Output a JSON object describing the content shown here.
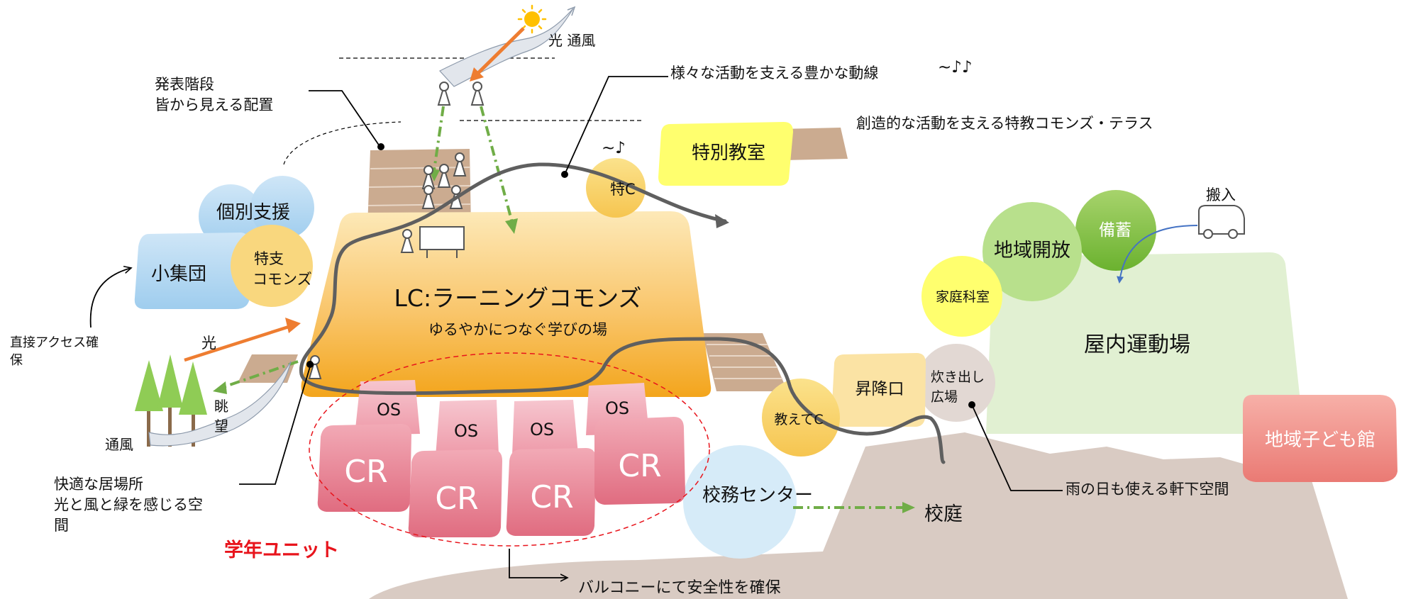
{
  "colors": {
    "orange": "#f5a623",
    "orange_light": "#fbd47a",
    "pink": "#e87586",
    "pink_light": "#f5b8c2",
    "blue": "#b7dcf2",
    "yellow": "#ffff66",
    "green_light": "#dcf0c8",
    "green": "#93c95a",
    "tan": "#c9a98c",
    "ground": "#d6c8c0",
    "path": "#606060",
    "arrow_orange": "#ee7d31",
    "arrow_green": "#70ad47",
    "red_text": "#e8141c"
  },
  "icons": [
    "sun-icon",
    "person-icon",
    "truck-icon",
    "tree-icon",
    "wind-icon",
    "whiteboard-icon"
  ],
  "areas": {
    "lc_title": "LC:ラーニングコモンズ",
    "lc_sub": "ゆるやかにつなぐ学びの場",
    "tokubetsu_kyoshitsu": "特別教室",
    "toku_c": "特C",
    "kobetsu_shien": "個別支援",
    "shoshudan": "小集団",
    "tokushi_commons_1": "特支",
    "tokushi_commons_2": "コモンズ",
    "okunai_undojo": "屋内運動場",
    "chiiki_kaiho": "地域開放",
    "bichiku": "備蓄",
    "katei_kashitsu": "家庭科室",
    "takidashi_1": "炊き出し",
    "takidashi_2": "広場",
    "shokoguchi": "昇降口",
    "oshiete_c": "教えてC",
    "komu_center": "校務センター",
    "kotei": "校庭",
    "chiiki_kodomokan": "地域子ども館",
    "os": [
      "OS",
      "OS",
      "OS",
      "OS"
    ],
    "cr": [
      "CR",
      "CR",
      "CR",
      "CR"
    ]
  },
  "annotations": {
    "hikari_tsufu": "光 通風",
    "happyo_1": "発表階段",
    "happyo_2": "皆から見える配置",
    "doseni": "様々な活動を支える豊かな動線",
    "music_1": "~♪♪",
    "music_2": "~♪",
    "tokkyo_commons": "創造的な活動を支える特教コモンズ・テラス",
    "hannyu": "搬入",
    "direct_1": "直接アクセス確",
    "direct_2": "保",
    "hikari": "光",
    "chobo_1": "眺",
    "chobo_2": "望",
    "tsufu": "通風",
    "kaiteki_1": "快適な居場所",
    "kaiteki_2": "光と風と緑を感じる空",
    "kaiteki_3": "間",
    "gakunen_unit": "学年ユニット",
    "balcony": "バルコニーにて安全性を確保",
    "nokishita": "雨の日も使える軒下空間"
  }
}
